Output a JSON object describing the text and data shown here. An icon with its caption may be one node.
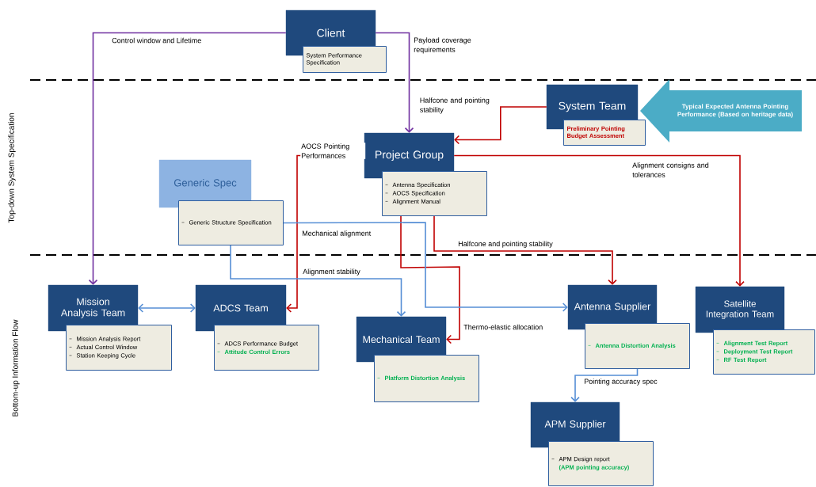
{
  "diagram": {
    "nodes": [
      {
        "text": [
          "Client",
          "System Performance Specification"
        ]
      },
      {
        "text": [
          "System Team",
          "Preliminary Pointing Budget Assessment"
        ]
      },
      {
        "text": [
          "Typical Expected Antenna Pointing Performance (Based on heritage data)"
        ]
      },
      {
        "text": [
          "Project Group",
          "Antenna Specification",
          "AOCS Specification",
          "Alignment Manual"
        ]
      },
      {
        "text": [
          "Generic Spec",
          "Generic Structure Specification"
        ]
      },
      {
        "text": [
          "Mission Analysis Team",
          "Mission Analysis Report",
          "Actual Control Window",
          "Station Keeping Cycle"
        ]
      },
      {
        "text": [
          "ADCS Team",
          "ADCS Performance Budget",
          "Attitude Control Errors"
        ]
      },
      {
        "text": [
          "Mechanical Team",
          "Platform Distortion Analysis"
        ]
      },
      {
        "text": [
          "Antenna Supplier",
          "Antenna Distortion Analysis"
        ]
      },
      {
        "text": [
          "Satellite Integration Team",
          "Alignment Test Report",
          "Deployment Test Report",
          "RF Test Report"
        ]
      },
      {
        "text": [
          "APM Supplier",
          "APM Design report",
          "(APM pointing accuracy)"
        ]
      }
    ],
    "edges": [
      {
        "from": 0,
        "to": 5,
        "arrow": "to",
        "label": "Control window and Lifetime",
        "color": "#7030a0"
      },
      {
        "from": 0,
        "to": 3,
        "arrow": "to",
        "label": "Payload coverage requirements",
        "color": "#7030a0"
      },
      {
        "from": 1,
        "to": 3,
        "arrow": "to",
        "label": "Halfcone and pointing stability"
      },
      {
        "from": 3,
        "to": 6,
        "arrow": "to",
        "label": "AOCS Pointing Performances"
      },
      {
        "from": 3,
        "to": 9,
        "arrow": "to",
        "label": "Alignment consigns and tolerances"
      },
      {
        "from": 3,
        "to": 8,
        "arrow": "to",
        "label": "Halfcone and pointing stability"
      },
      {
        "from": 3,
        "to": 7,
        "arrow": "to",
        "label": "Thermo-elastic allocation"
      },
      {
        "from": 4,
        "to": 7,
        "arrow": "to",
        "label": "Alignment stability",
        "color": "#558ed5"
      },
      {
        "from": 4,
        "to": 8,
        "arrow": "to",
        "label": "Mechanical alignment",
        "color": "#558ed5"
      },
      {
        "from": 5,
        "to": 6,
        "arrow": "both",
        "color": "#558ed5"
      },
      {
        "from": 8,
        "to": 10,
        "arrow": "to",
        "label": "Pointing accuracy spec",
        "color": "#558ed5"
      }
    ],
    "labels": [
      "Top-down System Specification",
      "Bottom-up Information Flow"
    ]
  }
}
